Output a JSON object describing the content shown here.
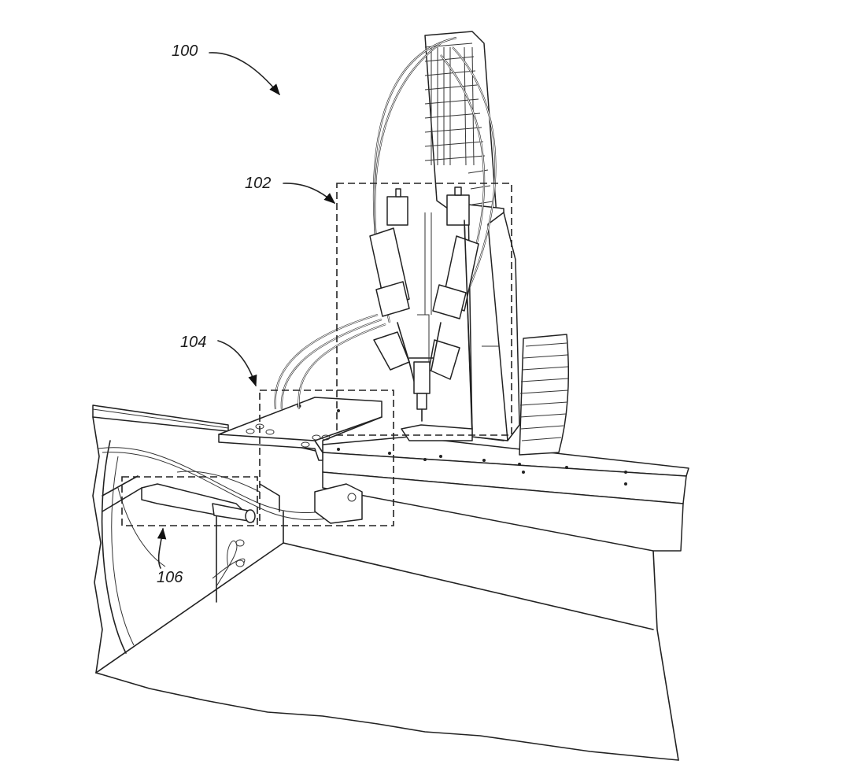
{
  "figure": {
    "labels": [
      {
        "id": "system",
        "text": "100"
      },
      {
        "id": "dispensing-head",
        "text": "102"
      },
      {
        "id": "platform",
        "text": "104"
      },
      {
        "id": "lower-assembly",
        "text": "106"
      }
    ]
  }
}
